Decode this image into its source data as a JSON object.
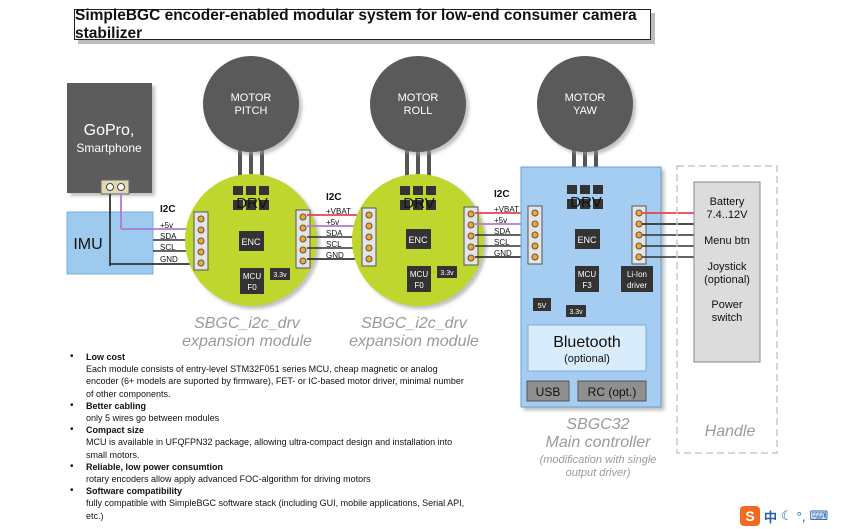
{
  "title": "SimpleBGC encoder-enabled modular system for low-end consumer camera stabilizer",
  "gopro": {
    "line1": "GoPro,",
    "line2": "Smartphone"
  },
  "imu": "IMU",
  "motors": {
    "pitch": [
      "MOTOR",
      "PITCH"
    ],
    "roll": [
      "MOTOR",
      "ROLL"
    ],
    "yaw": [
      "MOTOR",
      "YAW"
    ]
  },
  "bus_label": "I2C",
  "bus_lines_imu": [
    "+5v",
    "SDA",
    "SCL",
    "GND"
  ],
  "bus_lines_full": [
    "+VBAT",
    "+5v",
    "SDA",
    "SCL",
    "GND"
  ],
  "chips": {
    "drv": "DRV",
    "enc": "ENC",
    "mcu_f0": [
      "MCU",
      "F0"
    ],
    "mcu_f3": [
      "MCU",
      "F3"
    ],
    "v33": "3.3v",
    "v5": "5V",
    "liion": [
      "Li-Ion",
      "driver"
    ]
  },
  "module_caption": [
    "SBGC_i2c_drv",
    "expansion module"
  ],
  "controller": {
    "bluetooth": "Bluetooth",
    "bluetooth_sub": "(optional)",
    "usb": "USB",
    "rc": "RC (opt.)",
    "caption1": "SBGC32",
    "caption2": "Main controller",
    "caption3": "(modification with single",
    "caption4": "output driver)"
  },
  "handle": {
    "items": [
      [
        "Battery",
        "7.4..12V"
      ],
      [
        "Menu btn"
      ],
      [
        "Joystick",
        "(optional)"
      ],
      [
        "Power",
        "switch"
      ]
    ],
    "caption": "Handle"
  },
  "features": [
    {
      "title": "Low cost",
      "text": "Each module consists of entry-level STM32F051 series MCU, cheap magnetic or analog encoder (6+ models are suported by firmware), FET- or IC-based motor driver, minimal number of other components."
    },
    {
      "title": "Better cabling",
      "text": "only 5 wires go between modules"
    },
    {
      "title": "Compact size",
      "text": "MCU is available in UFQFPN32 package, allowing ultra-compact design and installation into small motors."
    },
    {
      "title": "Reliable, low power consumtion",
      "text": "rotary encoders allow apply advanced FOC-algorithm for driving motors"
    },
    {
      "title": "Software compatibility",
      "text": "fully compatible with SimpleBGC software stack (including GUI, mobile applications, Serial API, etc.)"
    }
  ],
  "tray": [
    "S",
    "中"
  ],
  "colors": {
    "green": "#bed62d",
    "motor": "#5a5a5a",
    "controller": "#a4cdf1",
    "red": "#e8434d",
    "purple": "#b07ad6"
  }
}
